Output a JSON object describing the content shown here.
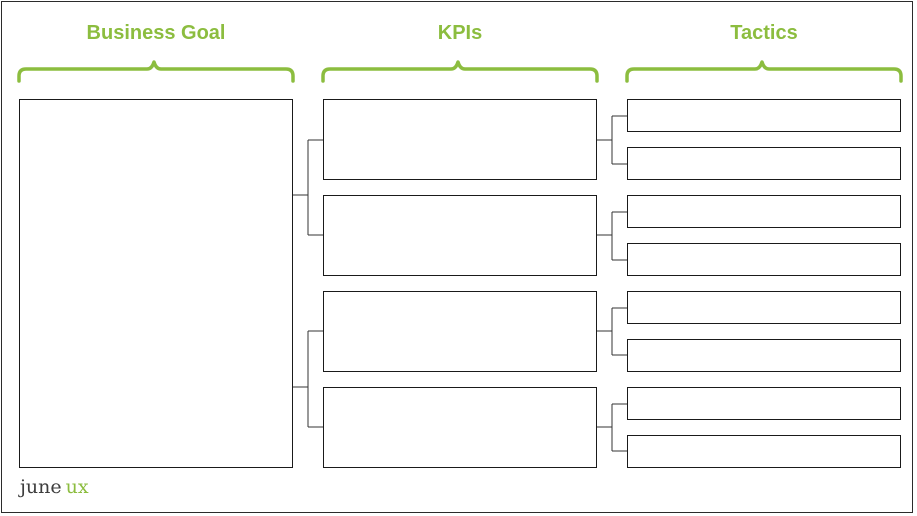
{
  "colors": {
    "accent": "#8cbd3f",
    "logo_dark": "#3d3d3d",
    "line": "#333333"
  },
  "headings": {
    "business_goal": "Business Goal",
    "kpis": "KPIs",
    "tactics": "Tactics"
  },
  "logo": {
    "word1": "june",
    "word2": "ux"
  }
}
